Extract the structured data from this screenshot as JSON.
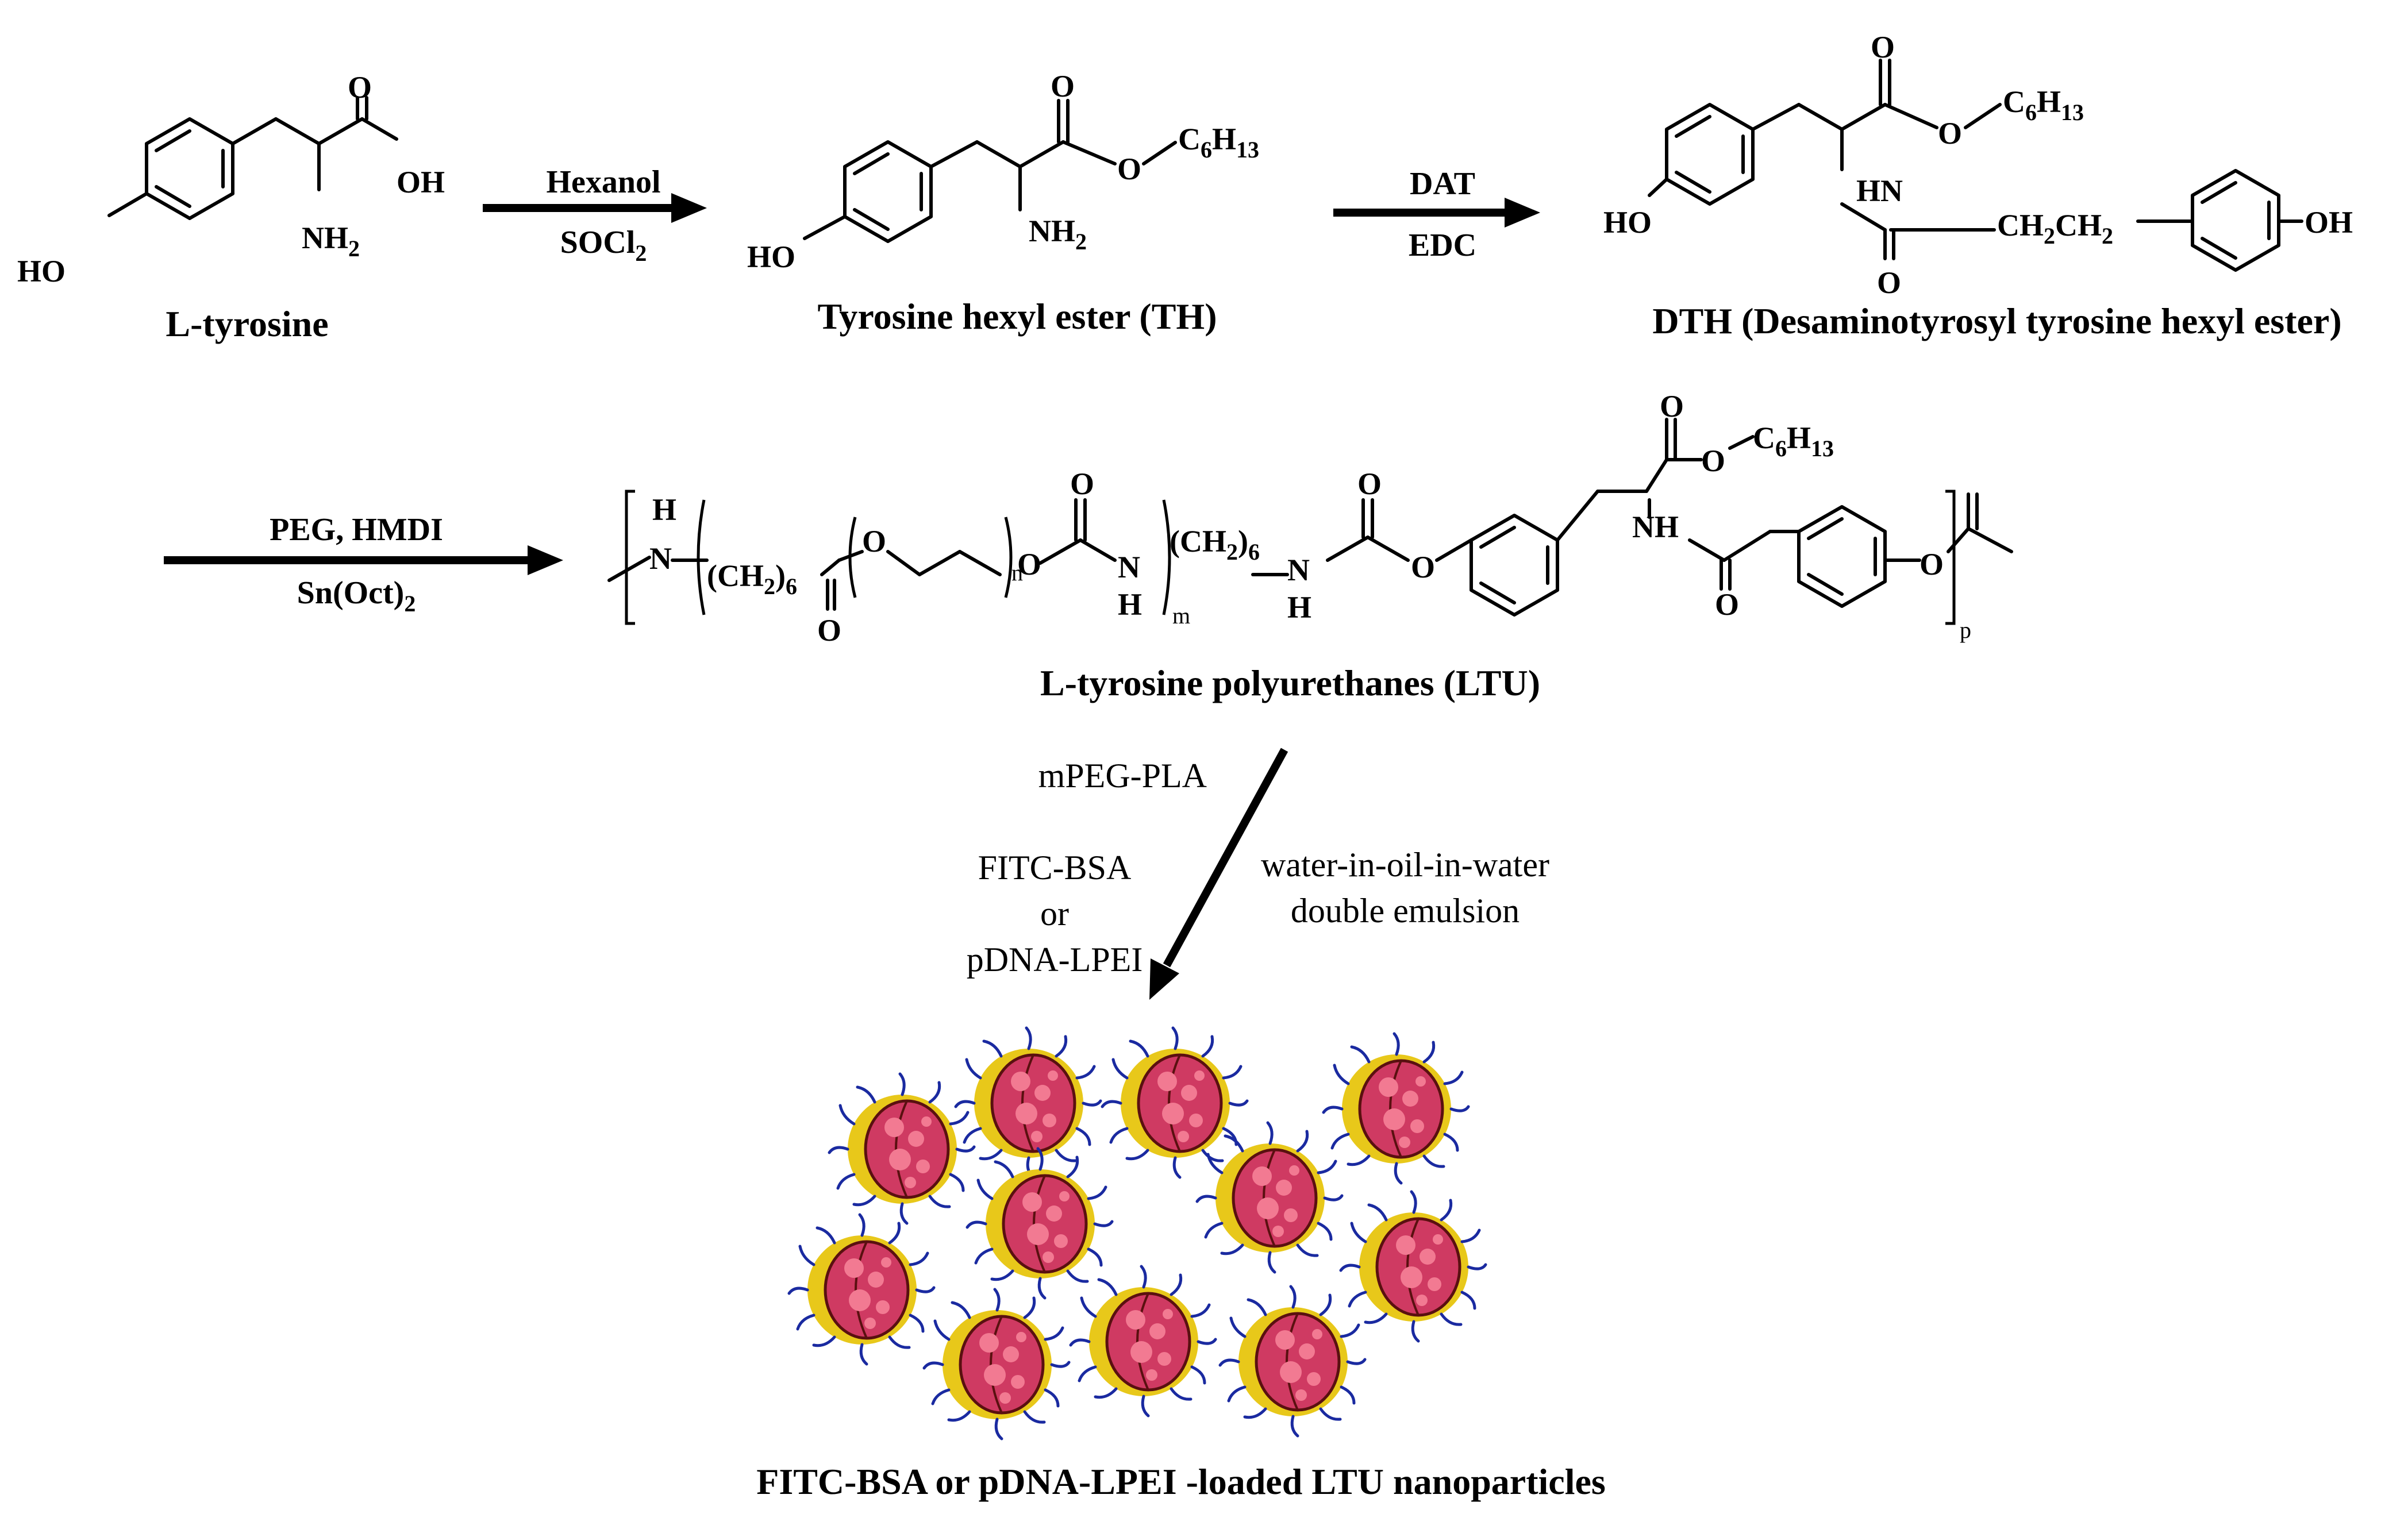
{
  "compounds": {
    "tyrosine": {
      "label": "L-tyrosine",
      "ho": "HO",
      "oh": "OH",
      "o": "O",
      "nh2": "NH"
    },
    "th": {
      "label": "Tyrosine hexyl ester (TH)",
      "ho": "HO",
      "o1": "O",
      "o2": "O",
      "nh2": "NH",
      "c6h13": "C"
    },
    "dth": {
      "label": "DTH (Desaminotyrosyl tyrosine hexyl ester)",
      "ho": "HO",
      "oh": "OH",
      "o1": "O",
      "o2": "O",
      "o3": "O",
      "hn": "HN",
      "c6h13": "C",
      "chain": "CH"
    },
    "ltu": {
      "label": "L-tyrosine polyurethanes (LTU)",
      "h1": "H",
      "n1": "N",
      "ch2a": "(CH",
      "o1": "O",
      "o2": "O",
      "o3": "O",
      "n2": "N",
      "h2": "H",
      "ch2b": "(CH",
      "n3": "N",
      "h3": "H",
      "o4": "O",
      "o5": "O",
      "o6": "O",
      "c6h13": "C",
      "nh": "NH",
      "o7": "O",
      "o8": "O",
      "o9": "O",
      "o10": "O",
      "sub_n": "n",
      "sub_m": "m",
      "sub_p": "p",
      "sub6a": "6",
      "sub6b": "6"
    },
    "nanoparticles": {
      "label": "FITC-BSA or pDNA-LPEI -loaded LTU nanoparticles"
    }
  },
  "steps": [
    {
      "top": "Hexanol",
      "bottom": "SOCl"
    },
    {
      "top": "DAT",
      "bottom": "EDC"
    },
    {
      "top": "PEG, HMDI",
      "bottom": "Sn(Oct)"
    }
  ],
  "subscripts": {
    "two": "2",
    "six": "6",
    "thirteen": "13"
  },
  "emulsion_step": {
    "reagent_top": "mPEG-PLA",
    "cargo_line1": "FITC-BSA",
    "cargo_line2": "or",
    "cargo_line3": "pDNA-LPEI",
    "method_line1": "water-in-oil-in-water",
    "method_line2": "double emulsion"
  },
  "colors": {
    "particle_shell": "#e8c81a",
    "particle_core": "#d8406a",
    "particle_spots": "#f07890",
    "hairs": "#1a2aa0",
    "ink": "#000000"
  },
  "icons": [
    "nanoparticle-icon"
  ]
}
